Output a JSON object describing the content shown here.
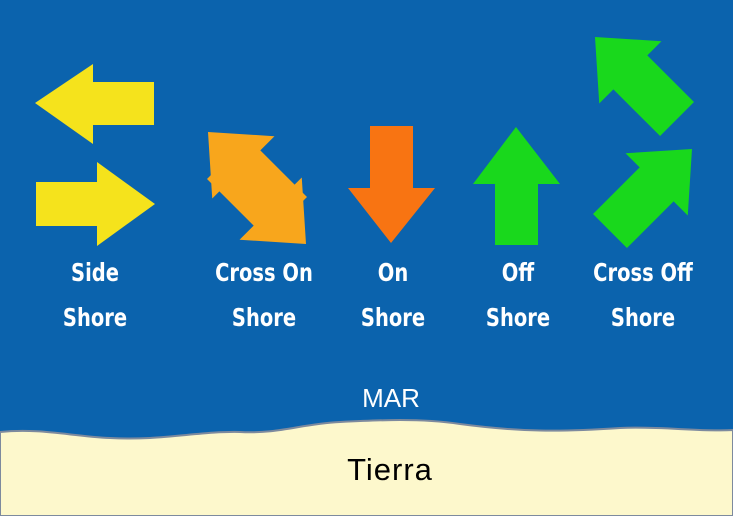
{
  "colors": {
    "sea": "#0b63ad",
    "land": "#fdf8cc",
    "side_shore": "#f5e31c",
    "cross_on_shore": "#f8a61c",
    "on_shore": "#f87412",
    "off_shore": "#19d81c",
    "cross_off_shore": "#19d81c"
  },
  "winds": [
    {
      "line1": "Side",
      "line2": "Shore",
      "icons": [
        "arrow-left-icon",
        "arrow-right-icon"
      ]
    },
    {
      "line1": "Cross On",
      "line2": "Shore",
      "icons": [
        "arrow-down-left-icon",
        "arrow-down-right-icon"
      ]
    },
    {
      "line1": "On",
      "line2": "Shore",
      "icons": [
        "arrow-down-icon"
      ]
    },
    {
      "line1": "Off",
      "line2": "Shore",
      "icons": [
        "arrow-up-icon"
      ]
    },
    {
      "line1": "Cross Off",
      "line2": "Shore",
      "icons": [
        "arrow-up-left-icon",
        "arrow-up-right-icon"
      ]
    }
  ],
  "sea_label": "MAR",
  "land_label": "Tierra"
}
